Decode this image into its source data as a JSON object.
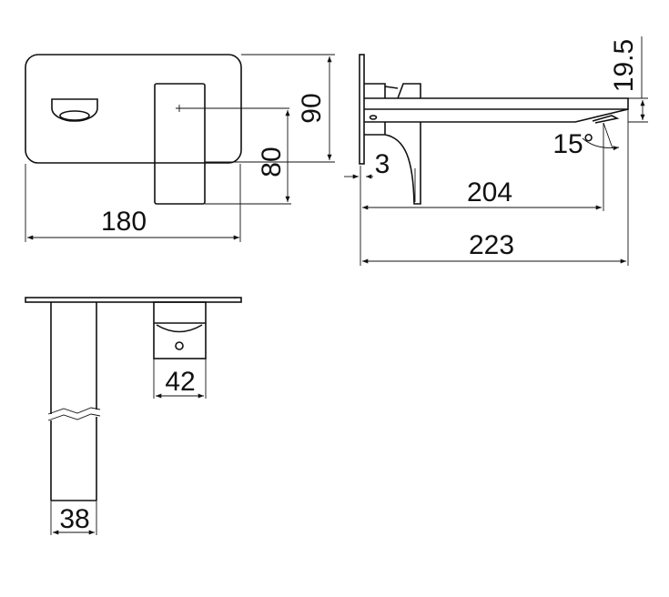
{
  "diagram": {
    "front_view": {
      "width": "180",
      "height": "90",
      "handle_height": "80"
    },
    "side_view": {
      "projection": "223",
      "spout_reach": "204",
      "plate_thickness": "3",
      "spout_height": "19.5",
      "spout_angle": "15°"
    },
    "top_view": {
      "handle_width": "42",
      "pipe_width": "38"
    },
    "colors": {
      "line": "#111111",
      "background": "#ffffff"
    }
  }
}
